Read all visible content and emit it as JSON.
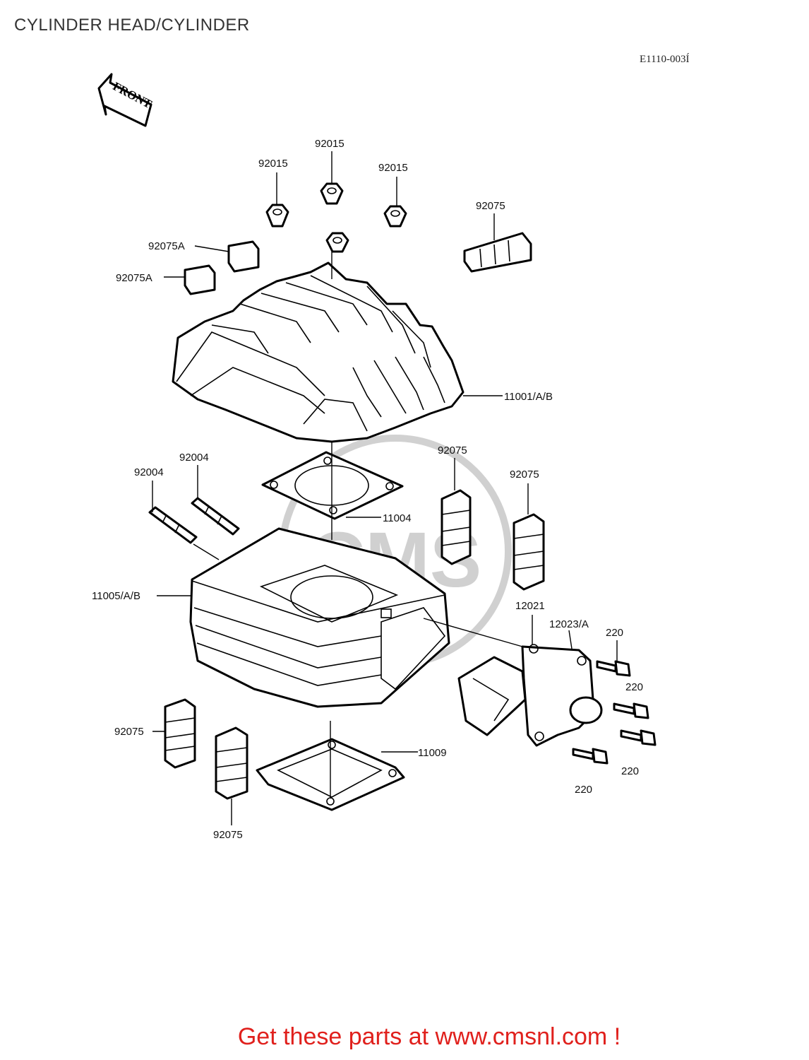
{
  "page": {
    "title": "CYLINDER HEAD/CYLINDER",
    "diagram_code": "E1110-003Í",
    "footer_banner": "Get these parts at www.cmsnl.com !"
  },
  "diagram": {
    "front_marker": "FRONT",
    "watermark": "CMS",
    "labels": {
      "nut_a": "92015",
      "nut_b": "92015",
      "nut_c": "92015",
      "damper_top_right": "92075",
      "damper_a_upper": "92075A",
      "damper_a_lower": "92075A",
      "cylinder_head": "11001/A/B",
      "stud_left": "92004",
      "stud_right": "92004",
      "head_gasket": "11004",
      "damper_mid_left": "92075",
      "damper_mid_right": "92075",
      "cylinder": "11005/A/B",
      "reed_valve": "12021",
      "intake_manifold": "12023/A",
      "bolt_1": "220",
      "bolt_2": "220",
      "bolt_3": "220",
      "bolt_4": "220",
      "damper_bottom_left": "92075",
      "base_gasket": "11009",
      "damper_bottom_center": "92075"
    }
  }
}
